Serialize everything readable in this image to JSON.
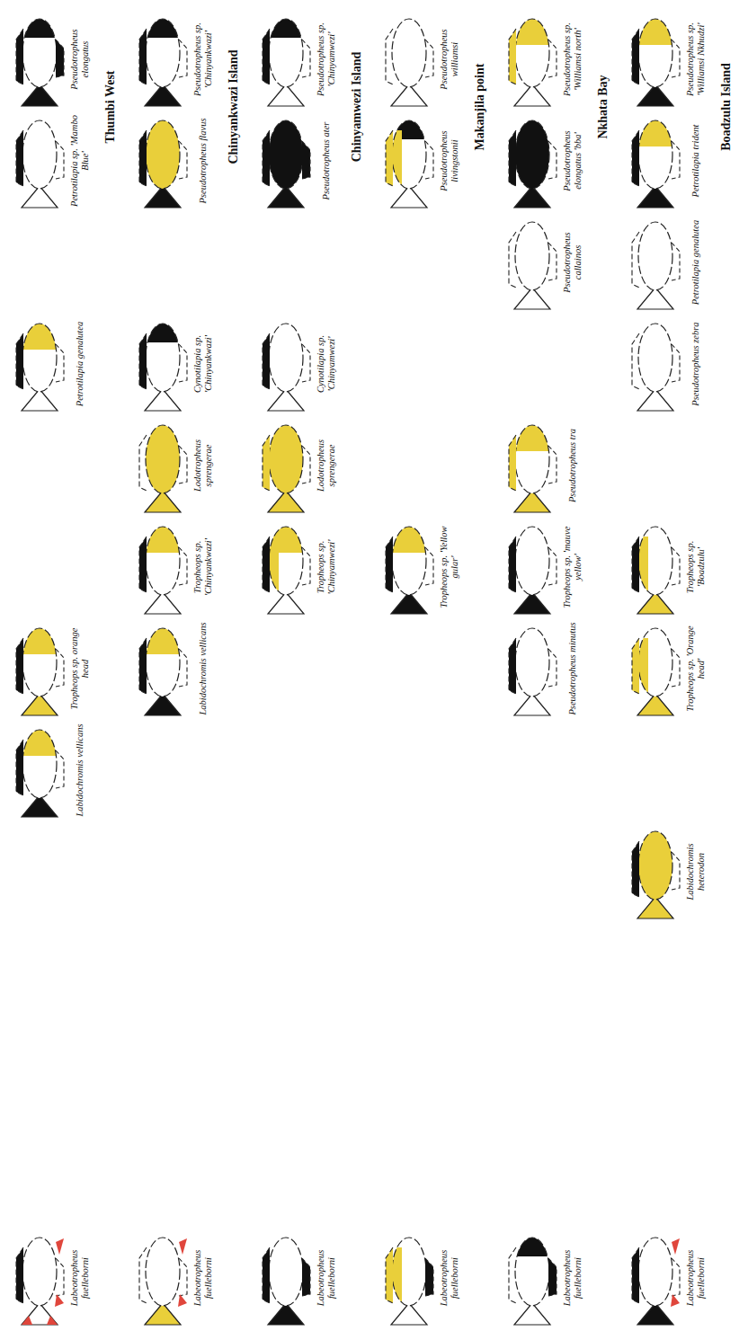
{
  "diagram": {
    "labels": [
      "Thumbi West",
      "Pseudotropheus elongatus",
      "Petrotilapia sp. 'Mambo Blue'",
      "Petrotilapia genalutea",
      "Tropheops sp. orange head",
      "Labidochromis vellicans",
      "Labeotropheus fuelleborni",
      "Chinyankwazi Island",
      "Pseudotropheus sp. 'Chinyankwazi'",
      "Pseudotropheus flavus",
      "Cynotilapia sp. 'Chinyankwazi'",
      "Lodotropheus sprengerae",
      "Tropheops sp. 'Chinyankwazi'",
      "Labidochromis vellicans",
      "Labeotropheus fuelleborni",
      "Chinyamwezi Island",
      "Pseudotropheus sp. 'Chinyamwezi'",
      "Pseudotropheus ater",
      "Cynotilapia sp. 'Chinyamwezi'",
      "Lodotropheus sprengerae",
      "Tropheops sp. 'Chinyamwezi'",
      "Labeotropheus fuelleborni",
      "Makanjila point",
      "Pseudotropheus williamsi",
      "Pseudotropheus livingstonii",
      "Tropheops sp. 'Yellow gular'",
      "Labeotropheus fuelleborni",
      "Nkhata Bay",
      "Pseudotropheus sp. 'Williamsi north'",
      "Pseudotropheus elongatus 'bba'",
      "Pseudotropheus callainos",
      "Pseudotropheus tra",
      "Tropheops sp. 'mauve yellow'",
      "Pseudotropheus minutus",
      "Labeotropheus fuelleborni",
      "Boadzulu Island",
      "Pseudotropheus sp. 'Williamsi Nkhudzi'",
      "Petrotilapia trident",
      "Petrotilapia genalutea",
      "Pseudotropheus zebra",
      "Tropheops sp. 'Boadzulu'",
      "Tropheops sp. 'Orange head'",
      "Labidochromis heterodon",
      "Labeotropheus fuelleborni"
    ]
  }
}
